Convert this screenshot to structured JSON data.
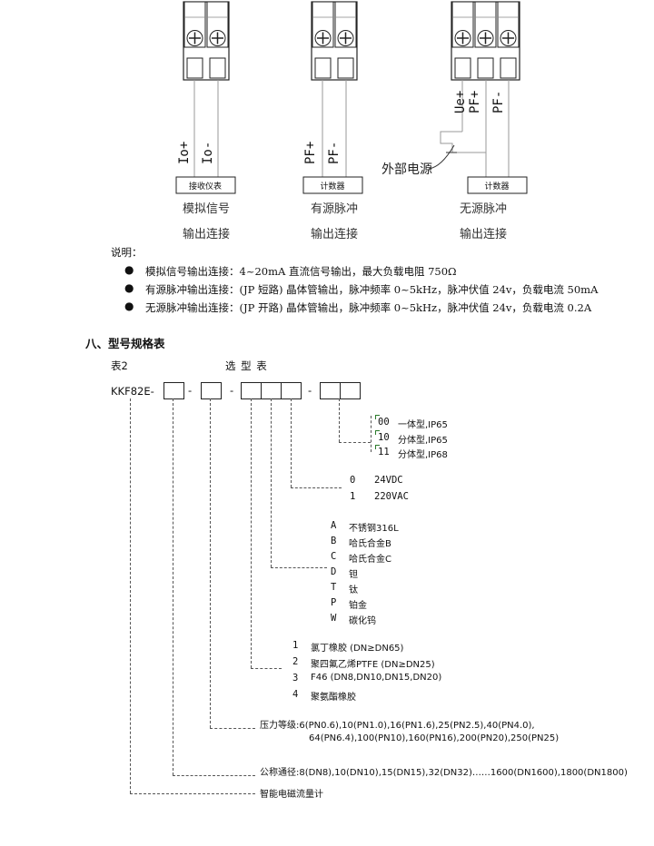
{
  "diagram": {
    "group1": {
      "term1": "Io+",
      "term2": "Io-",
      "box_label": "接收仪表",
      "caption1": "模拟信号",
      "caption2": "输出连接"
    },
    "group2": {
      "term1": "PF+",
      "term2": "PF-",
      "box_label": "计数器",
      "caption1": "有源脉冲",
      "caption2": "输出连接"
    },
    "group3": {
      "term1": "Ue+",
      "term2": "PF+",
      "term3": "PF-",
      "ext_power": "外部电源",
      "box_label": "计数器",
      "caption1": "无源脉冲",
      "caption2": "输出连接"
    }
  },
  "notes": {
    "heading": "说明：",
    "items": [
      "模拟信号输出连接：4~20mA 直流信号输出，最大负载电阻 750Ω",
      "有源脉冲输出连接：(JP 短路) 晶体管输出，脉冲频率 0~5kHz，脉冲伏值 24v，负载电流 50mA",
      "无源脉冲输出连接：(JP 开路) 晶体管输出，脉冲频率 0~5kHz，脉冲伏值 24v，负载电流 0.2A"
    ]
  },
  "section": {
    "title": "八、型号规格表"
  },
  "table": {
    "label": "表2",
    "title": "选 型 表",
    "code_prefix": "KKF82E-",
    "dash": "-",
    "group_install": [
      {
        "code": "00",
        "desc": "一体型,IP65"
      },
      {
        "code": "10",
        "desc": "分体型,IP65"
      },
      {
        "code": "11",
        "desc": "分体型,IP68"
      }
    ],
    "group_power": [
      {
        "code": "0",
        "desc": "24VDC"
      },
      {
        "code": "1",
        "desc": "220VAC"
      }
    ],
    "group_electrode": [
      {
        "code": "A",
        "desc": "不锈钢316L"
      },
      {
        "code": "B",
        "desc": "哈氏合金B"
      },
      {
        "code": "C",
        "desc": "哈氏合金C"
      },
      {
        "code": "D",
        "desc": "钽"
      },
      {
        "code": "T",
        "desc": "钛"
      },
      {
        "code": "P",
        "desc": "铂金"
      },
      {
        "code": "W",
        "desc": "碳化钨"
      }
    ],
    "group_lining": [
      {
        "code": "1",
        "desc": "氯丁橡胶  (DN≥DN65)"
      },
      {
        "code": "2",
        "desc": "聚四氟乙烯PTFE  (DN≥DN25)"
      },
      {
        "code": "3",
        "desc": "F46 (DN8,DN10,DN15,DN20)"
      },
      {
        "code": "4",
        "desc": "聚氨酯橡胶"
      }
    ],
    "pressure_line1": "压力等级:6(PN0.6),10(PN1.0),16(PN1.6),25(PN2.5),40(PN4.0),",
    "pressure_line2": "64(PN6.4),100(PN10),160(PN16),200(PN20),250(PN25)",
    "diameter": "公称通径:8(DN8),10(DN10),15(DN15),32(DN32)……1600(DN1600),1800(DN1800)",
    "product": "智能电磁流量计"
  }
}
